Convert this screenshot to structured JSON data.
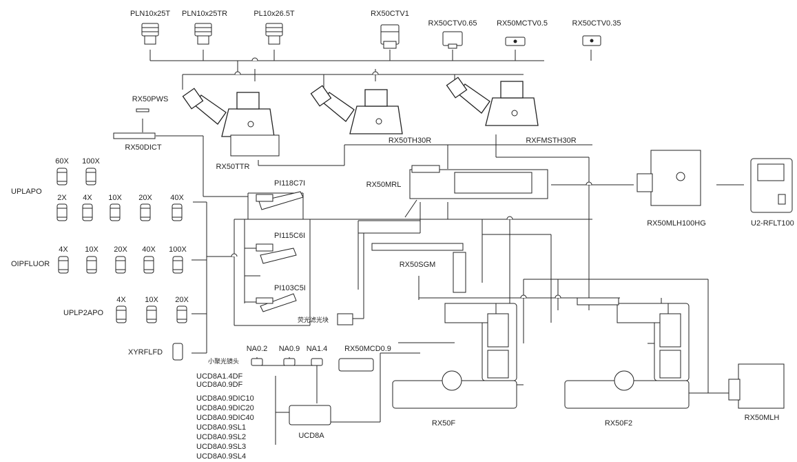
{
  "diagram": {
    "eyepieces": [
      "PLN10x25T",
      "PLN10x25TR",
      "PL10x26.5T"
    ],
    "camera_adapters": [
      "RX50CTV1",
      "RX50CTV0.65",
      "RX50MCTV0.5",
      "RX50CTV0.35"
    ],
    "heads": [
      "RX50TTR",
      "RX50TH30R",
      "RXFMSTH30R"
    ],
    "pws": "RX50PWS",
    "dict": "RX50DICT",
    "mrl": "RX50MRL",
    "lamphouse": "RX50MLH100HG",
    "power_supply": "U2-RFLT100",
    "stage": "RX50SGM",
    "fluor_block": "荧光滤光块",
    "nosepieces": [
      "PI118C7I",
      "PI115C6I",
      "PI103C5I"
    ],
    "objectives": {
      "uplapo": {
        "name": "UPLAPO",
        "top": [
          "60X",
          "100X"
        ],
        "bottom": [
          "2X",
          "4X",
          "10X",
          "20X",
          "40X"
        ]
      },
      "oipfluor": {
        "name": "OIPFLUOR",
        "items": [
          "4X",
          "10X",
          "20X",
          "40X",
          "100X"
        ]
      },
      "uplp2apo": {
        "name": "UPLP2APO",
        "items": [
          "4X",
          "10X",
          "20X"
        ]
      },
      "xyrflfd": "XYRFLFD"
    },
    "condenser_tops": [
      "NA0.2",
      "NA0.9",
      "NA1.4"
    ],
    "mini_condenser": "小聚光镜头",
    "mcd": "RX50MCD0.9",
    "ucd_list": [
      "UCD8A1.4DF",
      "UCD8A0.9DF",
      "UCD8A0.9DIC10",
      "UCD8A0.9DIC20",
      "UCD8A0.9DIC40",
      "UCD8A0.9SL1",
      "UCD8A0.9SL2",
      "UCD8A0.9SL3",
      "UCD8A0.9SL4"
    ],
    "ucd": "UCD8A",
    "stands": [
      "RX50F",
      "RX50F2"
    ],
    "mlh": "RX50MLH"
  }
}
